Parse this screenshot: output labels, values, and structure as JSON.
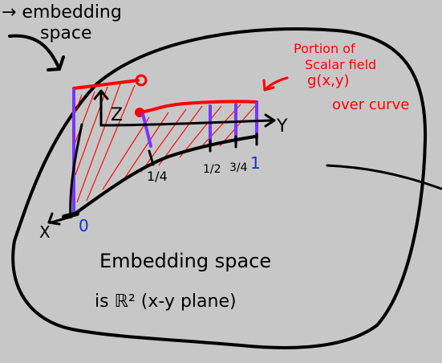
{
  "background_color": "#c7c7c7",
  "colors": {
    "ink": "#000000",
    "scalar_field": "#ff0000",
    "vertical_lines": "#7a34ff",
    "labels_blue": "#1330cc"
  },
  "top_note": {
    "line1": "→ embedding",
    "line2": "space"
  },
  "axes": {
    "z_label": "Z",
    "y_label": "Y",
    "x_label": "X"
  },
  "ticks": {
    "t1": "1/4",
    "t2": "1/2",
    "t3": "3/4",
    "t4": "1",
    "origin": "0"
  },
  "right_annotation": {
    "line1": "Portion of",
    "line2": "Scalar field",
    "line3": "g(x,y)",
    "line4": "over curve"
  },
  "bottom_text": {
    "line1": "Embedding space",
    "line2": "is ℝ² (x-y plane)"
  }
}
